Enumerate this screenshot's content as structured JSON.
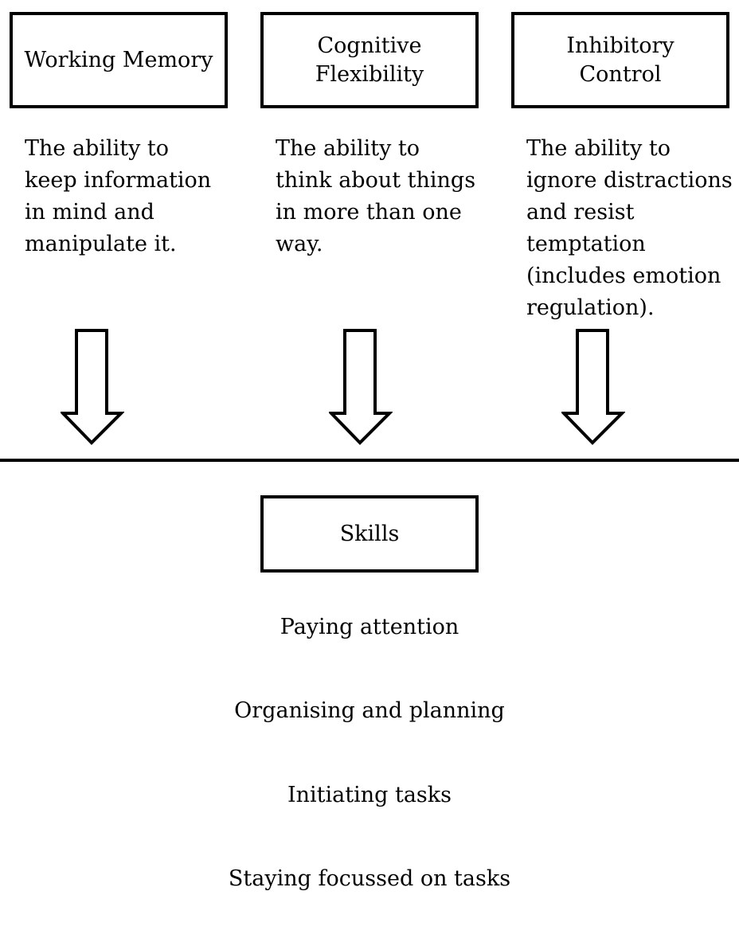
{
  "components": [
    {
      "title": "Working Memory",
      "description": "The ability to\nkeep information\nin mind and\nmanipulate it."
    },
    {
      "title": "Cognitive\nFlexibility",
      "description": "The ability to\nthink about things\nin more than one\nway."
    },
    {
      "title": "Inhibitory\nControl",
      "description": "The ability to\nignore distractions\nand resist\ntemptation\n(includes emotion\nregulation)."
    }
  ],
  "skills_box": {
    "title": "Skills"
  },
  "skills": [
    "Paying attention",
    "Organising and planning",
    "Initiating tasks",
    "Staying focussed on tasks"
  ],
  "colors": {
    "stroke": "#000000",
    "background": "#ffffff"
  }
}
